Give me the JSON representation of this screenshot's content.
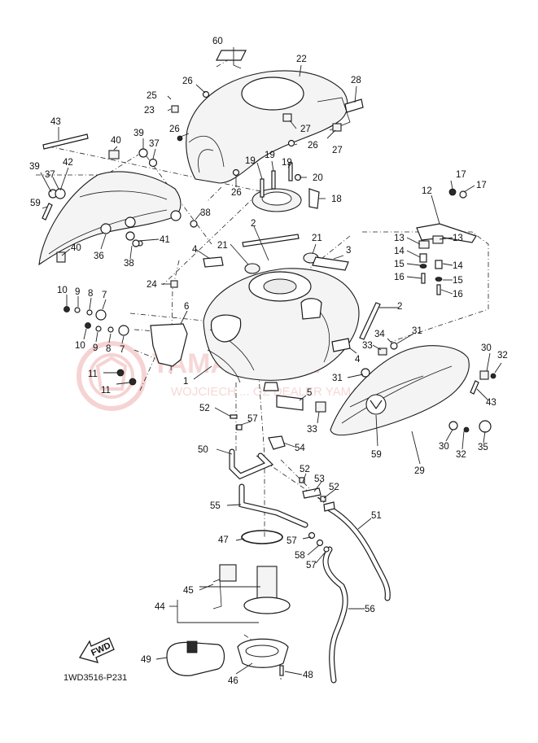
{
  "diagram": {
    "code": "1WD3516-P231",
    "fwd_label": "FWD",
    "watermark": {
      "main": "YAMA-SKLEP",
      "sub": "WOJCIECH ... OZ DEALER YAMAHA"
    }
  },
  "callouts": [
    {
      "id": "c60",
      "text": "60"
    },
    {
      "id": "c22",
      "text": "22"
    },
    {
      "id": "c28",
      "text": "28"
    },
    {
      "id": "c26a",
      "text": "26"
    },
    {
      "id": "c25",
      "text": "25"
    },
    {
      "id": "c23",
      "text": "23"
    },
    {
      "id": "c27a",
      "text": "27"
    },
    {
      "id": "c27b",
      "text": "27"
    },
    {
      "id": "c26b",
      "text": "26"
    },
    {
      "id": "c26c",
      "text": "26"
    },
    {
      "id": "c43a",
      "text": "43"
    },
    {
      "id": "c40a",
      "text": "40"
    },
    {
      "id": "c39a",
      "text": "39"
    },
    {
      "id": "c37a",
      "text": "37"
    },
    {
      "id": "c26d",
      "text": "26"
    },
    {
      "id": "c19a",
      "text": "19"
    },
    {
      "id": "c19b",
      "text": "19"
    },
    {
      "id": "c19c",
      "text": "19"
    },
    {
      "id": "c20",
      "text": "20"
    },
    {
      "id": "c17a",
      "text": "17"
    },
    {
      "id": "c17b",
      "text": "17"
    },
    {
      "id": "c12",
      "text": "12"
    },
    {
      "id": "c39b",
      "text": "39"
    },
    {
      "id": "c42",
      "text": "42"
    },
    {
      "id": "c37b",
      "text": "37"
    },
    {
      "id": "c59a",
      "text": "59"
    },
    {
      "id": "c18",
      "text": "18"
    },
    {
      "id": "c38a",
      "text": "38"
    },
    {
      "id": "c41",
      "text": "41"
    },
    {
      "id": "c2a",
      "text": "2"
    },
    {
      "id": "c21a",
      "text": "21"
    },
    {
      "id": "c21b",
      "text": "21"
    },
    {
      "id": "c3",
      "text": "3"
    },
    {
      "id": "c13a",
      "text": "13"
    },
    {
      "id": "c13b",
      "text": "13"
    },
    {
      "id": "c14a",
      "text": "14"
    },
    {
      "id": "c14b",
      "text": "14"
    },
    {
      "id": "c15a",
      "text": "15"
    },
    {
      "id": "c15b",
      "text": "15"
    },
    {
      "id": "c16a",
      "text": "16"
    },
    {
      "id": "c16b",
      "text": "16"
    },
    {
      "id": "c40b",
      "text": "40"
    },
    {
      "id": "c36",
      "text": "36"
    },
    {
      "id": "c38b",
      "text": "38"
    },
    {
      "id": "c4a",
      "text": "4"
    },
    {
      "id": "c24",
      "text": "24"
    },
    {
      "id": "c10a",
      "text": "10"
    },
    {
      "id": "c9a",
      "text": "9"
    },
    {
      "id": "c8a",
      "text": "8"
    },
    {
      "id": "c7a",
      "text": "7"
    },
    {
      "id": "c6",
      "text": "6"
    },
    {
      "id": "c2b",
      "text": "2"
    },
    {
      "id": "c10b",
      "text": "10"
    },
    {
      "id": "c9b",
      "text": "9"
    },
    {
      "id": "c8b",
      "text": "8"
    },
    {
      "id": "c7b",
      "text": "7"
    },
    {
      "id": "c34",
      "text": "34"
    },
    {
      "id": "c31a",
      "text": "31"
    },
    {
      "id": "c33a",
      "text": "33"
    },
    {
      "id": "c4b",
      "text": "4"
    },
    {
      "id": "c30a",
      "text": "30"
    },
    {
      "id": "c32a",
      "text": "32"
    },
    {
      "id": "c11a",
      "text": "11"
    },
    {
      "id": "c11b",
      "text": "11"
    },
    {
      "id": "c1",
      "text": "1"
    },
    {
      "id": "c31b",
      "text": "31"
    },
    {
      "id": "c43b",
      "text": "43"
    },
    {
      "id": "c5",
      "text": "5"
    },
    {
      "id": "c52a",
      "text": "52"
    },
    {
      "id": "c57a",
      "text": "57"
    },
    {
      "id": "c33b",
      "text": "33"
    },
    {
      "id": "c54",
      "text": "54"
    },
    {
      "id": "c59b",
      "text": "59"
    },
    {
      "id": "c30b",
      "text": "30"
    },
    {
      "id": "c32b",
      "text": "32"
    },
    {
      "id": "c35",
      "text": "35"
    },
    {
      "id": "c29",
      "text": "29"
    },
    {
      "id": "c50",
      "text": "50"
    },
    {
      "id": "c52b",
      "text": "52"
    },
    {
      "id": "c53",
      "text": "53"
    },
    {
      "id": "c52c",
      "text": "52"
    },
    {
      "id": "c55",
      "text": "55"
    },
    {
      "id": "c51",
      "text": "51"
    },
    {
      "id": "c47",
      "text": "47"
    },
    {
      "id": "c57b",
      "text": "57"
    },
    {
      "id": "c58",
      "text": "58"
    },
    {
      "id": "c57c",
      "text": "57"
    },
    {
      "id": "c45",
      "text": "45"
    },
    {
      "id": "c44",
      "text": "44"
    },
    {
      "id": "c56",
      "text": "56"
    },
    {
      "id": "c49",
      "text": "49"
    },
    {
      "id": "c46",
      "text": "46"
    },
    {
      "id": "c48",
      "text": "48"
    }
  ]
}
